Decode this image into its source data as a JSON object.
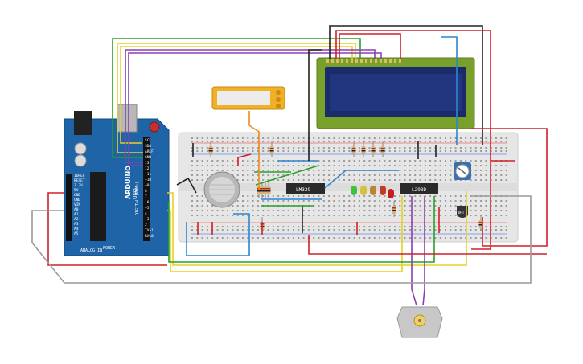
{
  "arduino": {
    "header_labels": [
      "SCL",
      "SDA",
      "AREF",
      "GND",
      "13",
      "12",
      "~11",
      "~10",
      "~9",
      "8",
      "7",
      "~6",
      "~5",
      "4",
      "~3",
      "2",
      "TX>1",
      "RX<0"
    ],
    "power_labels": [
      "IOREF",
      "RESET",
      "3.3V",
      "5V",
      "GND",
      "GND",
      "VIN"
    ],
    "analog_labels": [
      "A0",
      "A1",
      "A2",
      "A3",
      "A4",
      "A5"
    ],
    "power_title": "POWER",
    "analog_title": "ANALOG IN",
    "digital_title": "DIGITAL (PWM~)",
    "brand": "ARDUINO",
    "model": "UNO"
  },
  "chips": {
    "comparator": "LM339",
    "driver": "L293D"
  },
  "sensor_label": "DHT",
  "colors": {
    "board": "#1e64a6",
    "lcd_frame": "#7aa02c",
    "lcd_screen": "#1b2a6b",
    "breadboard": "#e6e6e6",
    "wire_red": "#d0202a",
    "wire_black": "#222222",
    "wire_yellow": "#e8d020",
    "wire_green": "#2aa02a",
    "wire_purple": "#8a40b0",
    "wire_blue": "#2d86d0",
    "wire_orange": "#f08a1c",
    "wire_gray": "#9a9a9a"
  }
}
